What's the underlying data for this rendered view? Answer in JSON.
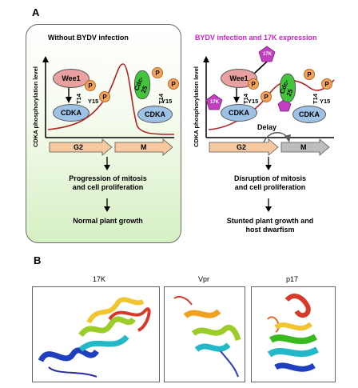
{
  "figure": {
    "panel_a_label": "A",
    "panel_b_label": "B",
    "left_panel": {
      "title": "Without BYDV  infection",
      "y_axis_label": "CDKA phosphorylation level",
      "wee1": "Wee1",
      "cdka": "CDKA",
      "cdc25": "Cdc-25",
      "sites_left": [
        "T14",
        "Y15"
      ],
      "sites_right": [
        "T14",
        "Y15"
      ],
      "phosphate": "P",
      "phases": [
        "G2",
        "M"
      ],
      "outcome_1": [
        "Progression of mitosis",
        "and cell proliferation"
      ],
      "outcome_2": "Normal plant growth",
      "colors": {
        "box_bottom": "#d6f0c4",
        "arrow_g2": "#f7c9a0",
        "arrow_m": "#f7c9a0"
      }
    },
    "right_panel": {
      "title": "BYDV  infection and 17K expression",
      "title_color": "#cc22cc",
      "y_axis_label": "CDKA phosphorylation level",
      "wee1": "Wee1",
      "cdka": "CDKA",
      "cdc25": "Cdc-25",
      "protein_17k": "17K",
      "sites_left": [
        "T14",
        "Y15"
      ],
      "sites_right": [
        "T14",
        "Y15"
      ],
      "phosphate": "P",
      "phases": [
        "G2",
        "M"
      ],
      "delay": "Delay",
      "outcome_1": [
        "Disruption of mitosis",
        "and cell proliferation"
      ],
      "outcome_2": [
        "Stunted plant growth and",
        "host dwarfism"
      ],
      "colors": {
        "box_bottom": "#eac8d0",
        "arrow_m": "#bdbdbd",
        "pentagon": "#c23fc2"
      }
    },
    "structures": [
      {
        "label": "17K",
        "icon": "protein-ribbon-icon"
      },
      {
        "label": "Vpr",
        "icon": "protein-ribbon-icon"
      },
      {
        "label": "p17",
        "icon": "protein-ribbon-icon"
      }
    ]
  }
}
